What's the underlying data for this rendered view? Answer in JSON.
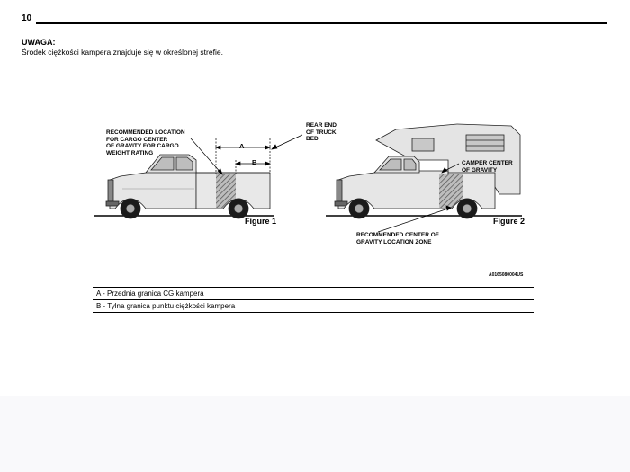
{
  "page": {
    "number": "10"
  },
  "note": {
    "title": "UWAGA:",
    "text": "Środek ciężkości kampera znajduje się w określonej strefie."
  },
  "figure": {
    "callouts": {
      "recommended_location": "RECOMMENDED LOCATION\nFOR CARGO CENTER\nOF GRAVITY FOR CARGO\nWEIGHT RATING",
      "rear_end": "REAR END\nOF TRUCK\nBED",
      "camper_center": "CAMPER CENTER\nOF GRAVITY",
      "recommended_zone": "RECOMMENDED CENTER OF\nGRAVITY LOCATION ZONE",
      "dim_a": "A",
      "dim_b": "B"
    },
    "figure1_label": "Figure 1",
    "figure2_label": "Figure 2",
    "image_code": "A0165080004US"
  },
  "legend": [
    {
      "text": "A - Przednia granica CG kampera"
    },
    {
      "text": "B - Tylna granica punktu ciężkości kampera"
    }
  ]
}
